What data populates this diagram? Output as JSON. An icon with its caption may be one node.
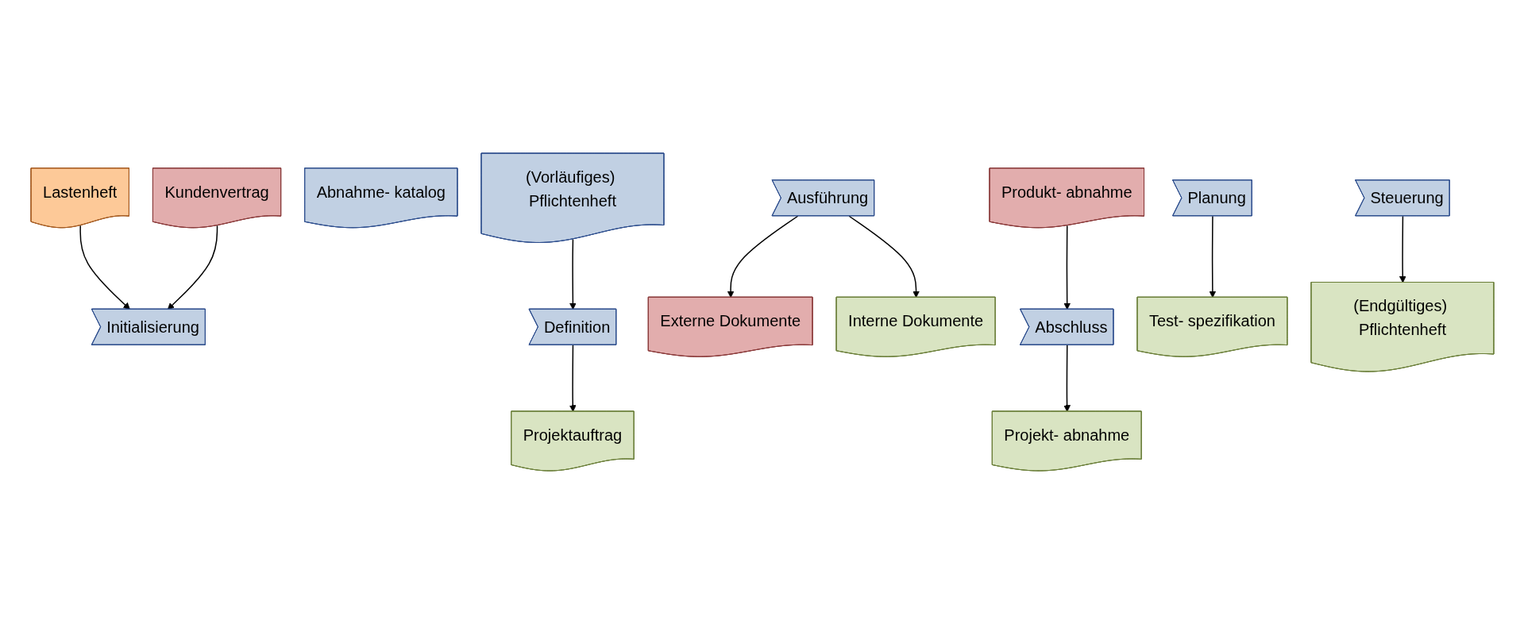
{
  "diagram": {
    "nodes": [
      {
        "text": [
          "Kundenvertrag"
        ]
      },
      {
        "text": [
          "Lastenheft"
        ]
      },
      {
        "text": [
          "Abnahme- katalog"
        ]
      },
      {
        "text": [
          "(Vorläufiges) Pflichtenheft"
        ]
      },
      {
        "text": [
          "Externe Dokumente"
        ]
      },
      {
        "text": [
          "Produkt- abnahme"
        ]
      },
      {
        "text": [
          "Initialisierung"
        ]
      },
      {
        "text": [
          "Definition"
        ]
      },
      {
        "text": [
          "Planung"
        ]
      },
      {
        "text": [
          "Ausführung"
        ]
      },
      {
        "text": [
          "Steuerung"
        ]
      },
      {
        "text": [
          "Abschluss"
        ]
      },
      {
        "text": [
          "Projektauftrag"
        ]
      },
      {
        "text": [
          "Test- spezifikation"
        ]
      },
      {
        "text": [
          "Interne Dokumente"
        ]
      },
      {
        "text": [
          "(Endgültiges) Pflichtenheft"
        ]
      },
      {
        "text": [
          "Projekt- abnahme"
        ]
      }
    ],
    "edges": [
      {
        "from": 1,
        "to": 6,
        "arrow": "to"
      },
      {
        "from": 0,
        "to": 6,
        "arrow": "to"
      },
      {
        "from": 3,
        "to": 7,
        "arrow": "to"
      },
      {
        "from": 7,
        "to": 12,
        "arrow": "to"
      },
      {
        "from": 8,
        "to": 13,
        "arrow": "to"
      },
      {
        "from": 9,
        "to": 4,
        "arrow": "to"
      },
      {
        "from": 9,
        "to": 14,
        "arrow": "to"
      },
      {
        "from": 10,
        "to": 15,
        "arrow": "to"
      },
      {
        "from": 5,
        "to": 11,
        "arrow": "to"
      },
      {
        "from": 11,
        "to": 16,
        "arrow": "to"
      }
    ]
  }
}
